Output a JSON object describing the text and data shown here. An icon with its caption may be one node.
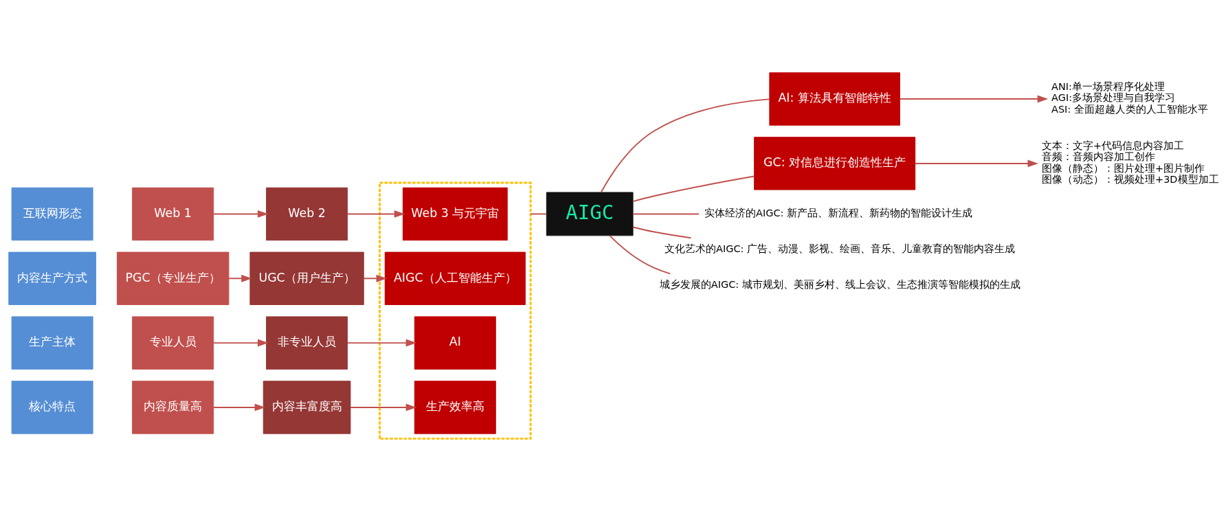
{
  "diagram": {
    "nodes": [
      {
        "text": [
          "互联网形态"
        ]
      },
      {
        "text": [
          "Web 1"
        ]
      },
      {
        "text": [
          "Web 2"
        ]
      },
      {
        "text": [],
        "shape": "box"
      },
      {
        "text": [
          "Web 3 与元宇宙"
        ],
        "in": 3
      },
      {
        "text": [
          "内容生产方式"
        ]
      },
      {
        "text": [
          "PGC（专业生产）"
        ]
      },
      {
        "text": [
          "UGC（用户生产）"
        ]
      },
      {
        "text": [
          "AIGC（人工智能生产）"
        ],
        "in": 3
      },
      {
        "text": [
          "生产主体"
        ]
      },
      {
        "text": [
          "专业人员"
        ]
      },
      {
        "text": [
          "非专业人员"
        ]
      },
      {
        "text": [
          "AI"
        ],
        "in": 3
      },
      {
        "text": [
          "核心特点"
        ]
      },
      {
        "text": [
          "内容质量高"
        ]
      },
      {
        "text": [
          "内容丰富度高"
        ]
      },
      {
        "text": [
          "生产效率高"
        ],
        "in": 3
      },
      {
        "text": [
          "AIGC"
        ]
      },
      {
        "text": [
          "AI: 算法具有智能特性"
        ]
      },
      {
        "text": [
          "ANI:单一场景程序化处理",
          "AGI:多场景处理与自我学习",
          "ASI: 全面超越人类的人工智能水平"
        ]
      },
      {
        "text": [
          "GC: 对信息进行创造性生产"
        ]
      },
      {
        "text": [
          "文本：文字+代码信息内容加工",
          "音频：音频内容加工创作",
          "图像（静态）：图片处理+图片制作",
          "图像（动态）：视频处理+3D模型加工"
        ]
      },
      {
        "text": [
          "实体经济的AIGC: 新产品、新流程、新药物的智能设计生成"
        ]
      },
      {
        "text": [
          "文化艺术的AIGC: 广告、动漫、影视、绘画、音乐、儿童教育的智能内容生成"
        ]
      },
      {
        "text": [
          "城乡发展的AIGC: 城市规划、美丽乡村、线上会议、生态推演等智能模拟的生成"
        ]
      }
    ],
    "edges": [
      {
        "from": 1,
        "to": 2,
        "arrow": "to"
      },
      {
        "from": 2,
        "to": 4,
        "arrow": "to"
      },
      {
        "from": 6,
        "to": 7,
        "arrow": "to"
      },
      {
        "from": 7,
        "to": 8,
        "arrow": "to"
      },
      {
        "from": 10,
        "to": 11,
        "arrow": "to"
      },
      {
        "from": 11,
        "to": 12,
        "arrow": "to"
      },
      {
        "from": 14,
        "to": 15,
        "arrow": "to"
      },
      {
        "from": 15,
        "to": 16,
        "arrow": "to"
      },
      {
        "from": 3,
        "to": 17,
        "arrow": "none"
      },
      {
        "from": 17,
        "to": 18,
        "arrow": "none"
      },
      {
        "from": 17,
        "to": 20,
        "arrow": "none"
      },
      {
        "from": 17,
        "to": 22,
        "arrow": "none"
      },
      {
        "from": 17,
        "to": 23,
        "arrow": "none"
      },
      {
        "from": 17,
        "to": 24,
        "arrow": "none"
      },
      {
        "from": 18,
        "to": 19,
        "arrow": "to"
      },
      {
        "from": 20,
        "to": 21,
        "arrow": "to"
      }
    ]
  }
}
